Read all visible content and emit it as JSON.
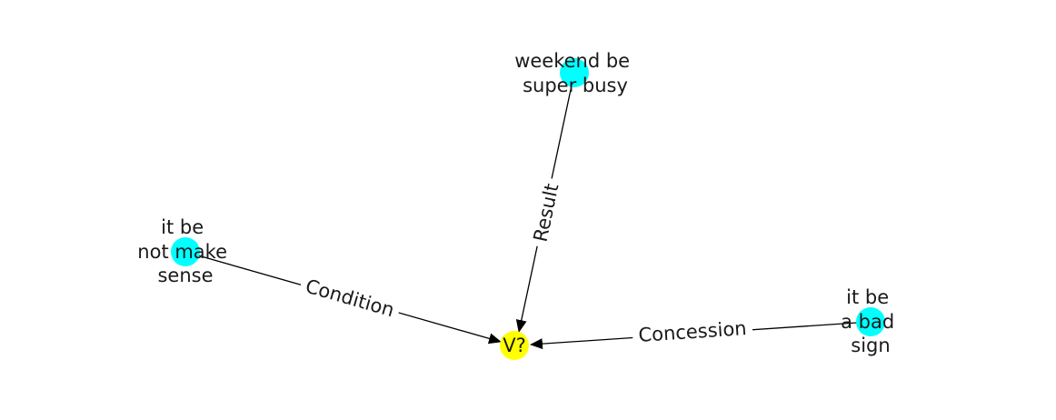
{
  "colors": {
    "background": "#ffffff",
    "premise_node": "#00ffff",
    "target_node": "#ffff00",
    "edge": "#000000",
    "text": "#1a1a1a"
  },
  "nodes": {
    "target": {
      "label": "V?"
    },
    "weekend": {
      "lines": [
        "weekend be",
        "super busy"
      ]
    },
    "sense": {
      "lines": [
        "it be",
        "not make",
        "sense"
      ]
    },
    "sign": {
      "lines": [
        "it be",
        "a bad",
        "sign"
      ]
    }
  },
  "edges": {
    "result": {
      "label": "Result"
    },
    "condition": {
      "label": "Condition"
    },
    "concession": {
      "label": "Concession"
    }
  }
}
